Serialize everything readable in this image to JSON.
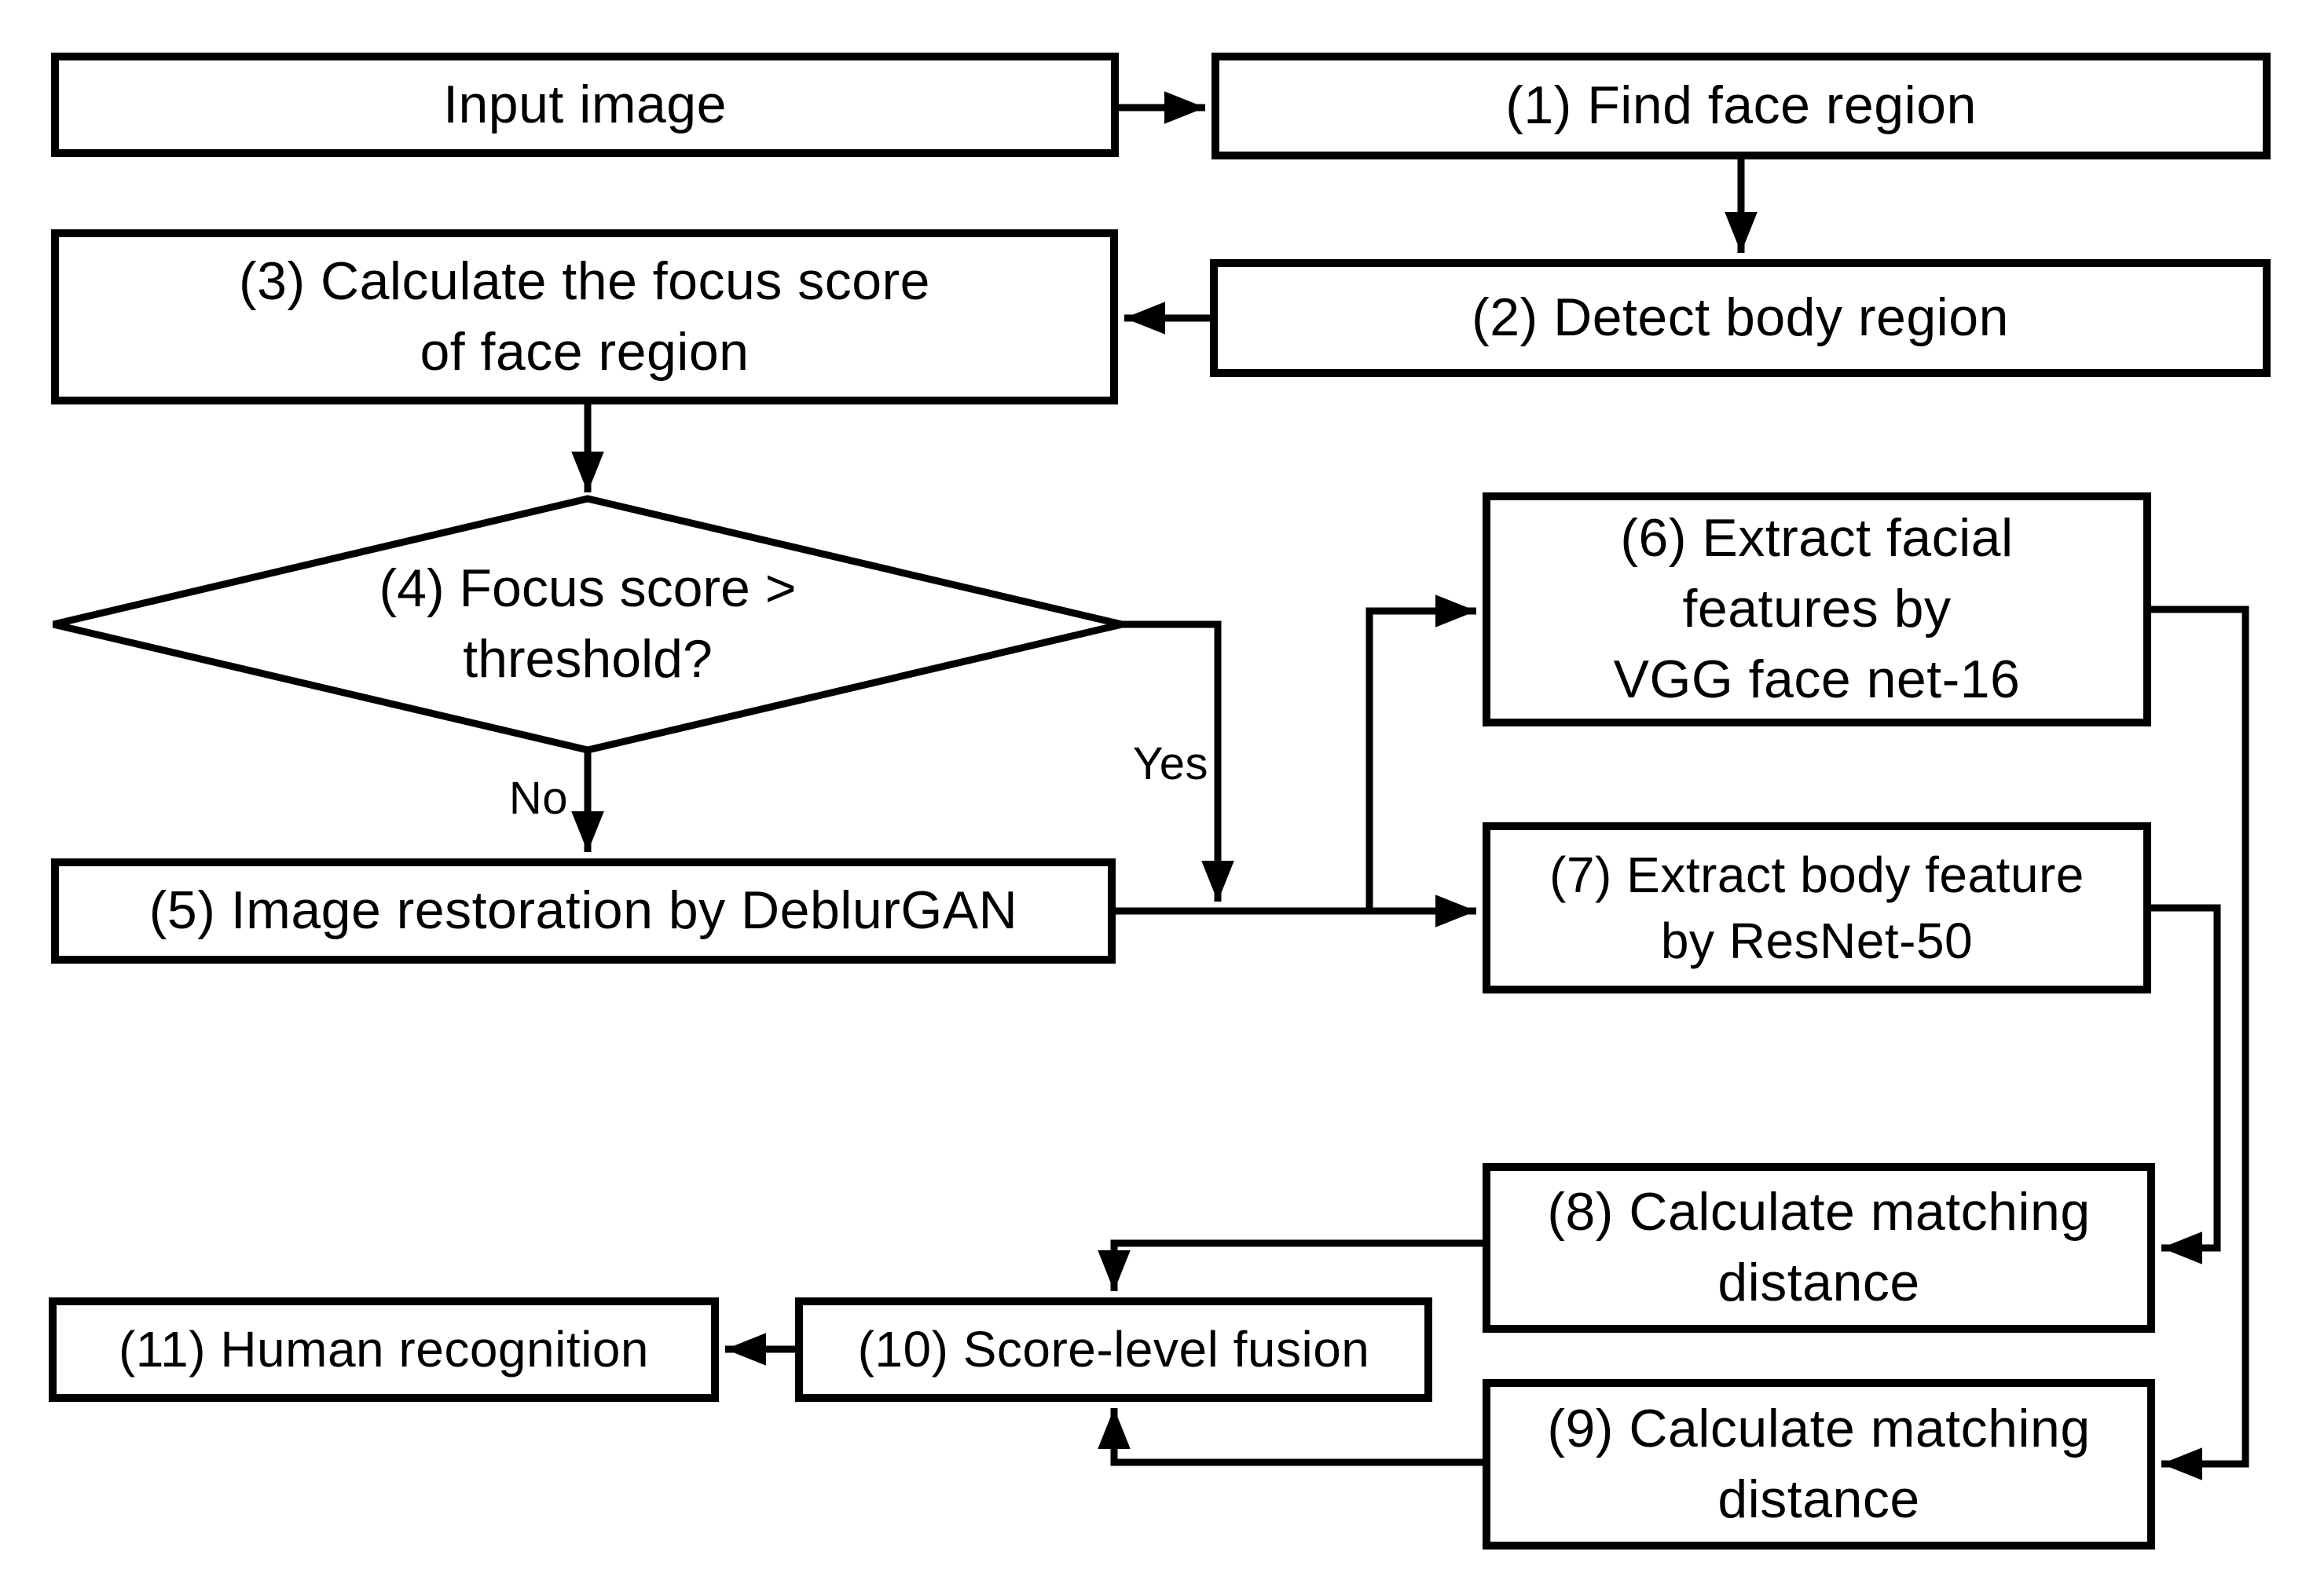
{
  "figure": {
    "type": "flowchart",
    "background_color": "#ffffff",
    "line_color": "#000000",
    "text_color": "#000000"
  },
  "nodes": {
    "input": {
      "label": "Input image",
      "shape": "rect"
    },
    "n1": {
      "label": "(1) Find face region",
      "shape": "rect"
    },
    "n2": {
      "label": "(2) Detect body region",
      "shape": "rect"
    },
    "n3": {
      "label": "(3) Calculate the focus score\nof face region",
      "shape": "rect"
    },
    "n4": {
      "label": "(4) Focus score >\nthreshold?",
      "shape": "diamond"
    },
    "n5": {
      "label": "(5) Image restoration by DeblurGAN",
      "shape": "rect"
    },
    "n6": {
      "label": "(6) Extract facial\nfeatures by\nVGG face net-16",
      "shape": "rect"
    },
    "n7": {
      "label": "(7) Extract body feature\nby ResNet-50",
      "shape": "rect"
    },
    "n8": {
      "label": "(8) Calculate matching\ndistance",
      "shape": "rect"
    },
    "n9": {
      "label": "(9) Calculate matching\ndistance",
      "shape": "rect"
    },
    "n10": {
      "label": "(10) Score-level fusion",
      "shape": "rect"
    },
    "n11": {
      "label": "(11) Human recognition",
      "shape": "rect"
    }
  },
  "edge_labels": {
    "yes": "Yes",
    "no": "No"
  },
  "edges": [
    {
      "from": "input",
      "to": "n1"
    },
    {
      "from": "n1",
      "to": "n2"
    },
    {
      "from": "n2",
      "to": "n3"
    },
    {
      "from": "n3",
      "to": "n4"
    },
    {
      "from": "n4",
      "to": "n5",
      "label": "No"
    },
    {
      "from": "n4",
      "to": "merge-line",
      "label": "Yes"
    },
    {
      "from": "n5",
      "to": "n7"
    },
    {
      "from": "n5",
      "to": "n6"
    },
    {
      "from": "n6",
      "to": "n9"
    },
    {
      "from": "n7",
      "to": "n8"
    },
    {
      "from": "n8",
      "to": "n10"
    },
    {
      "from": "n9",
      "to": "n10"
    },
    {
      "from": "n10",
      "to": "n11"
    }
  ]
}
